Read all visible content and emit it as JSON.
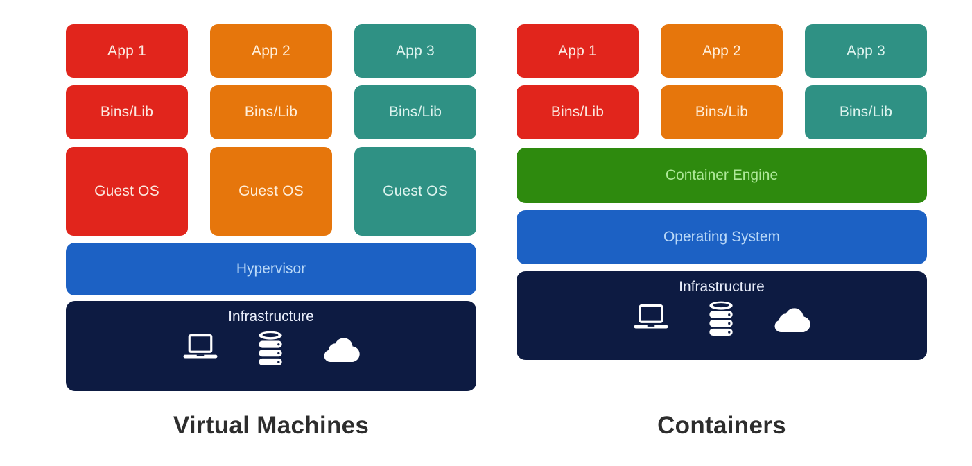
{
  "colors": {
    "red": "#e1251c",
    "orange": "#e6760c",
    "teal": "#2f9184",
    "green": "#2e8a0e",
    "blue": "#1c61c4",
    "navy": "#0d1b42",
    "title_text": "#2d2d2d",
    "icon_fill": "#ffffff"
  },
  "vm": {
    "title": "Virtual Machines",
    "stacks": [
      {
        "color": "red",
        "cells": [
          "App 1",
          "Bins/Lib",
          "Guest OS"
        ]
      },
      {
        "color": "orange",
        "cells": [
          "App 2",
          "Bins/Lib",
          "Guest OS"
        ]
      },
      {
        "color": "teal",
        "cells": [
          "App 3",
          "Bins/Lib",
          "Guest OS"
        ]
      }
    ],
    "layers": [
      {
        "label": "Hypervisor",
        "color": "blue"
      },
      {
        "label": "Infrastructure",
        "color": "navy",
        "icons": [
          "laptop-icon",
          "database-icon",
          "cloud-icon"
        ]
      }
    ]
  },
  "ct": {
    "title": "Containers",
    "stacks": [
      {
        "color": "red",
        "cells": [
          "App 1",
          "Bins/Lib"
        ]
      },
      {
        "color": "orange",
        "cells": [
          "App 2",
          "Bins/Lib"
        ]
      },
      {
        "color": "teal",
        "cells": [
          "App 3",
          "Bins/Lib"
        ]
      }
    ],
    "layers": [
      {
        "label": "Container Engine",
        "color": "green"
      },
      {
        "label": "Operating System",
        "color": "blue"
      },
      {
        "label": "Infrastructure",
        "color": "navy",
        "icons": [
          "laptop-icon",
          "database-icon",
          "cloud-icon"
        ]
      }
    ]
  }
}
